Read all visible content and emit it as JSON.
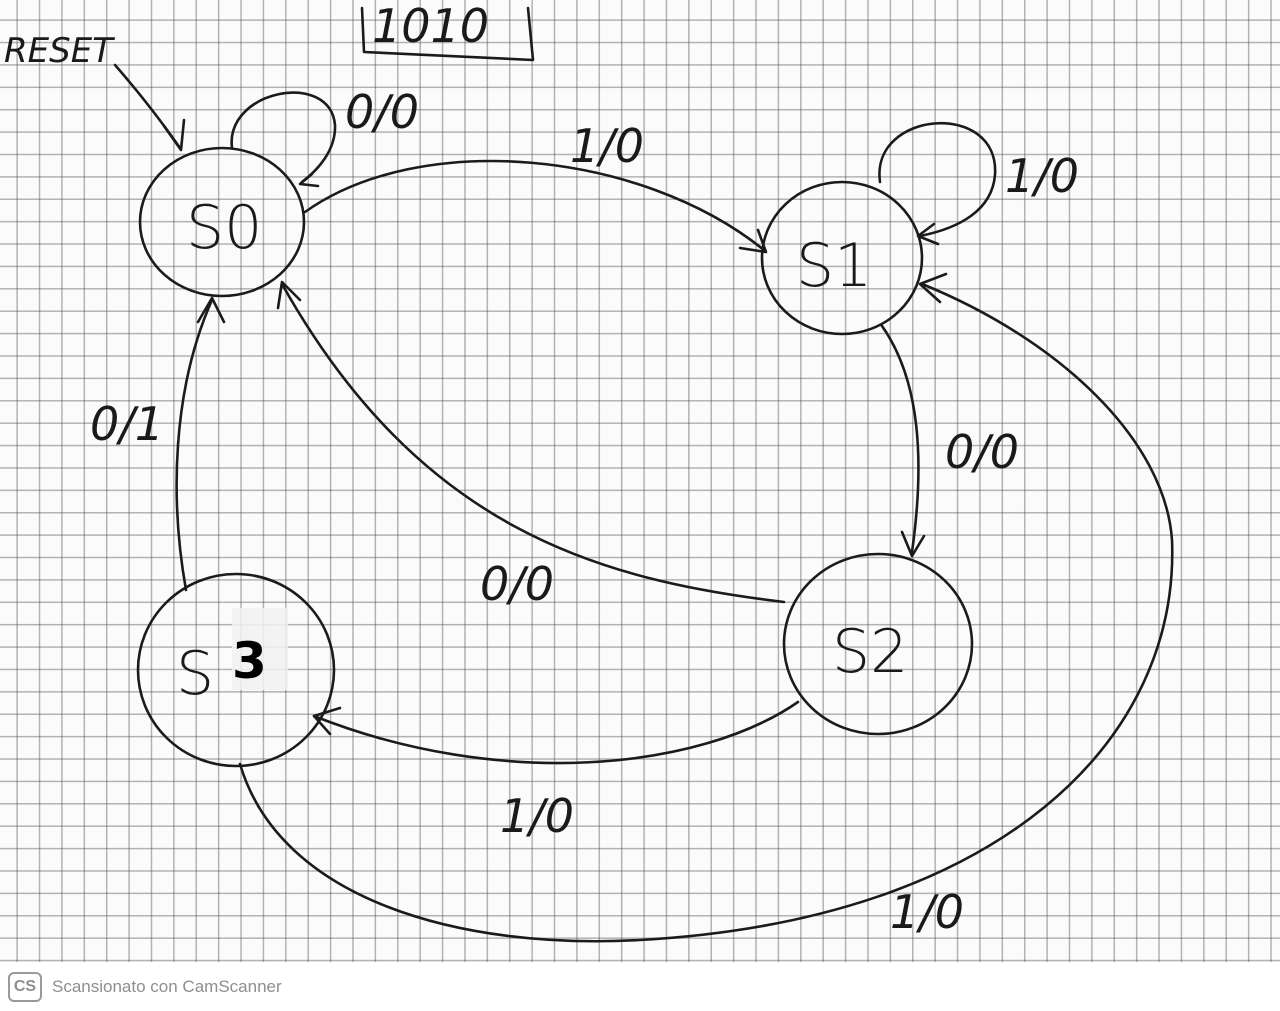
{
  "diagram": {
    "header_sequence": "1010",
    "reset_label": "RESET",
    "states": [
      {
        "id": "S0",
        "label": "S0"
      },
      {
        "id": "S1",
        "label": "S1"
      },
      {
        "id": "S2",
        "label": "S2"
      },
      {
        "id": "S3",
        "label": "S",
        "overlay_digit": "3"
      }
    ],
    "transitions": [
      {
        "from": "S0",
        "to": "S0",
        "label": "0/0"
      },
      {
        "from": "S0",
        "to": "S1",
        "label": "1/0"
      },
      {
        "from": "S1",
        "to": "S1",
        "label": "1/0"
      },
      {
        "from": "S1",
        "to": "S2",
        "label": "0/0"
      },
      {
        "from": "S2",
        "to": "S0",
        "label": "0/0"
      },
      {
        "from": "S2",
        "to": "S3",
        "label": "1/0"
      },
      {
        "from": "S3",
        "to": "S0",
        "label": "0/1"
      },
      {
        "from": "S3",
        "to": "S1",
        "label": "1/0"
      }
    ]
  },
  "footer": {
    "logo_text": "CS",
    "scanner_text": "Scansionato con CamScanner"
  },
  "colors": {
    "ink": "#1b1b1b",
    "grid": "#3c3c46",
    "paper": "#fbfbfb",
    "footer_text": "#8e8e8e"
  }
}
